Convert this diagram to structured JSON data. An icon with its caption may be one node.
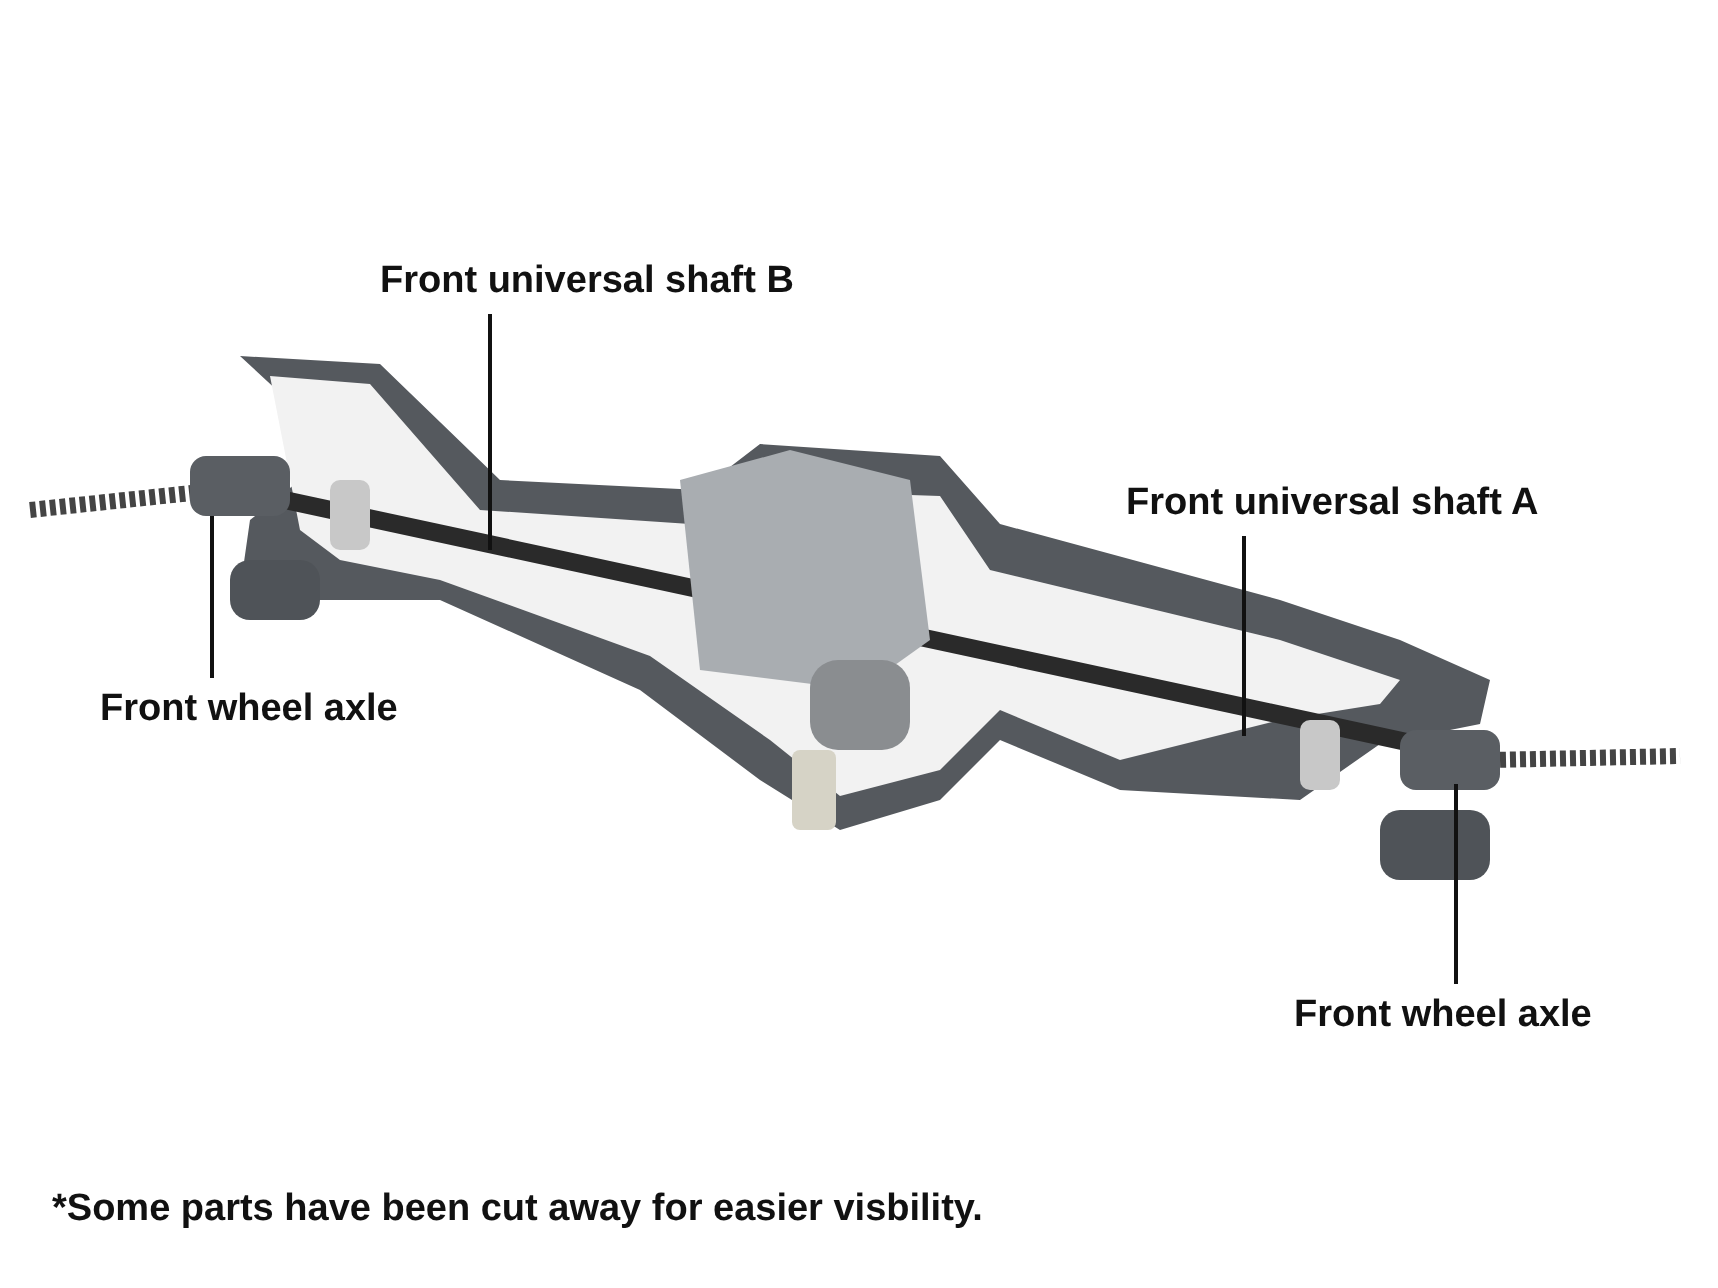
{
  "diagram": {
    "caption": "*Some parts have been cut away for easier visbility.",
    "nodes": [
      {
        "text": [
          "Front universal shaft B"
        ]
      },
      {
        "text": [
          "Front universal shaft A"
        ]
      },
      {
        "text": [
          "Front wheel axle"
        ]
      },
      {
        "text": [
          "Front wheel axle"
        ]
      }
    ],
    "edges": [
      {
        "from": 0,
        "to": null,
        "arrow": "none"
      },
      {
        "from": 1,
        "to": null,
        "arrow": "none"
      },
      {
        "from": 2,
        "to": null,
        "arrow": "none"
      },
      {
        "from": 3,
        "to": null,
        "arrow": "none"
      }
    ]
  }
}
